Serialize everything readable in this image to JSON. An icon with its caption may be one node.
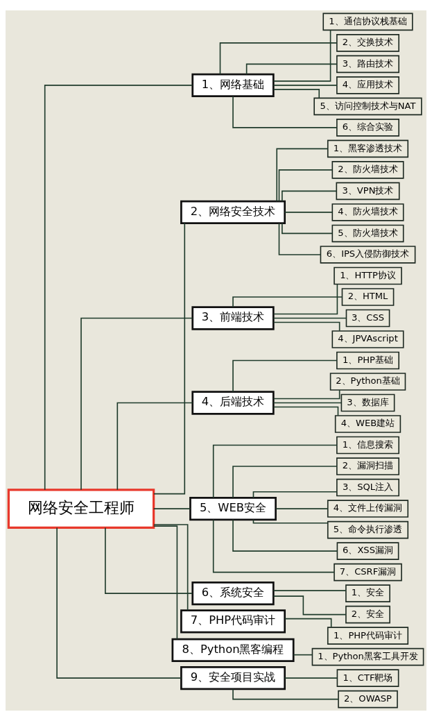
{
  "diagram": {
    "nodes": [
      {
        "text": [
          "网络安全工程师"
        ]
      },
      {
        "text": [
          "1、网络基础"
        ]
      },
      {
        "text": [
          "1、通信协议栈基础"
        ]
      },
      {
        "text": [
          "2、交换技术"
        ]
      },
      {
        "text": [
          "3、路由技术"
        ]
      },
      {
        "text": [
          "4、应用技术"
        ]
      },
      {
        "text": [
          "5、访问控制技术与NAT"
        ]
      },
      {
        "text": [
          "6、综合实验"
        ]
      },
      {
        "text": [
          "2、网络安全技术"
        ]
      },
      {
        "text": [
          "1、黑客渗透技术"
        ]
      },
      {
        "text": [
          "2、防火墙技术"
        ]
      },
      {
        "text": [
          "3、VPN技术"
        ]
      },
      {
        "text": [
          "4、防火墙技术"
        ]
      },
      {
        "text": [
          "5、防火墙技术"
        ]
      },
      {
        "text": [
          "6、IPS入侵防御技术"
        ]
      },
      {
        "text": [
          "3、前端技术"
        ]
      },
      {
        "text": [
          "1、HTTP协议"
        ]
      },
      {
        "text": [
          "2、HTML"
        ]
      },
      {
        "text": [
          "3、CSS"
        ]
      },
      {
        "text": [
          "4、JPVAscript"
        ]
      },
      {
        "text": [
          "4、后端技术"
        ]
      },
      {
        "text": [
          "1、PHP基础"
        ]
      },
      {
        "text": [
          "2、Python基础"
        ]
      },
      {
        "text": [
          "3、数据库"
        ]
      },
      {
        "text": [
          "4、WEB建站"
        ]
      },
      {
        "text": [
          "5、WEB安全"
        ]
      },
      {
        "text": [
          "1、信息搜索"
        ]
      },
      {
        "text": [
          "2、漏洞扫描"
        ]
      },
      {
        "text": [
          "3、SQL注入"
        ]
      },
      {
        "text": [
          "4、文件上传漏洞"
        ]
      },
      {
        "text": [
          "5、命令执行渗透"
        ]
      },
      {
        "text": [
          "6、XSS漏洞"
        ]
      },
      {
        "text": [
          "7、CSRF漏洞"
        ]
      },
      {
        "text": [
          "6、系统安全"
        ]
      },
      {
        "text": [
          "1、安全"
        ]
      },
      {
        "text": [
          "2、安全"
        ]
      },
      {
        "text": [
          "7、PHP代码审计"
        ]
      },
      {
        "text": [
          "1、PHP代码审计"
        ]
      },
      {
        "text": [
          "8、Python黑客编程"
        ]
      },
      {
        "text": [
          "1、Python黑客工具开发"
        ]
      },
      {
        "text": [
          "9、安全项目实战"
        ]
      },
      {
        "text": [
          "1、CTF靶场"
        ]
      },
      {
        "text": [
          "2、OWASP"
        ]
      }
    ],
    "edges": [
      {
        "from": 0,
        "to": 1,
        "arrow": "none"
      },
      {
        "from": 1,
        "to": 2,
        "arrow": "none"
      },
      {
        "from": 1,
        "to": 3,
        "arrow": "none"
      },
      {
        "from": 1,
        "to": 4,
        "arrow": "none"
      },
      {
        "from": 1,
        "to": 5,
        "arrow": "none"
      },
      {
        "from": 1,
        "to": 6,
        "arrow": "none"
      },
      {
        "from": 1,
        "to": 7,
        "arrow": "none"
      },
      {
        "from": 0,
        "to": 8,
        "arrow": "none"
      },
      {
        "from": 8,
        "to": 9,
        "arrow": "none"
      },
      {
        "from": 8,
        "to": 10,
        "arrow": "none"
      },
      {
        "from": 8,
        "to": 11,
        "arrow": "none"
      },
      {
        "from": 8,
        "to": 12,
        "arrow": "none"
      },
      {
        "from": 8,
        "to": 13,
        "arrow": "none"
      },
      {
        "from": 8,
        "to": 14,
        "arrow": "none"
      },
      {
        "from": 0,
        "to": 15,
        "arrow": "none"
      },
      {
        "from": 15,
        "to": 16,
        "arrow": "none"
      },
      {
        "from": 15,
        "to": 17,
        "arrow": "none"
      },
      {
        "from": 15,
        "to": 18,
        "arrow": "none"
      },
      {
        "from": 15,
        "to": 19,
        "arrow": "none"
      },
      {
        "from": 0,
        "to": 20,
        "arrow": "none"
      },
      {
        "from": 20,
        "to": 21,
        "arrow": "none"
      },
      {
        "from": 20,
        "to": 22,
        "arrow": "none"
      },
      {
        "from": 20,
        "to": 23,
        "arrow": "none"
      },
      {
        "from": 20,
        "to": 24,
        "arrow": "none"
      },
      {
        "from": 0,
        "to": 25,
        "arrow": "none"
      },
      {
        "from": 25,
        "to": 26,
        "arrow": "none"
      },
      {
        "from": 25,
        "to": 27,
        "arrow": "none"
      },
      {
        "from": 25,
        "to": 28,
        "arrow": "none"
      },
      {
        "from": 25,
        "to": 29,
        "arrow": "none"
      },
      {
        "from": 25,
        "to": 30,
        "arrow": "none"
      },
      {
        "from": 25,
        "to": 31,
        "arrow": "none"
      },
      {
        "from": 25,
        "to": 32,
        "arrow": "none"
      },
      {
        "from": 0,
        "to": 33,
        "arrow": "none"
      },
      {
        "from": 33,
        "to": 34,
        "arrow": "none"
      },
      {
        "from": 33,
        "to": 35,
        "arrow": "none"
      },
      {
        "from": 0,
        "to": 36,
        "arrow": "none"
      },
      {
        "from": 36,
        "to": 37,
        "arrow": "none"
      },
      {
        "from": 0,
        "to": 38,
        "arrow": "none"
      },
      {
        "from": 38,
        "to": 39,
        "arrow": "none"
      },
      {
        "from": 0,
        "to": 40,
        "arrow": "none"
      },
      {
        "from": 40,
        "to": 41,
        "arrow": "none"
      },
      {
        "from": 40,
        "to": 42,
        "arrow": "none"
      }
    ]
  }
}
